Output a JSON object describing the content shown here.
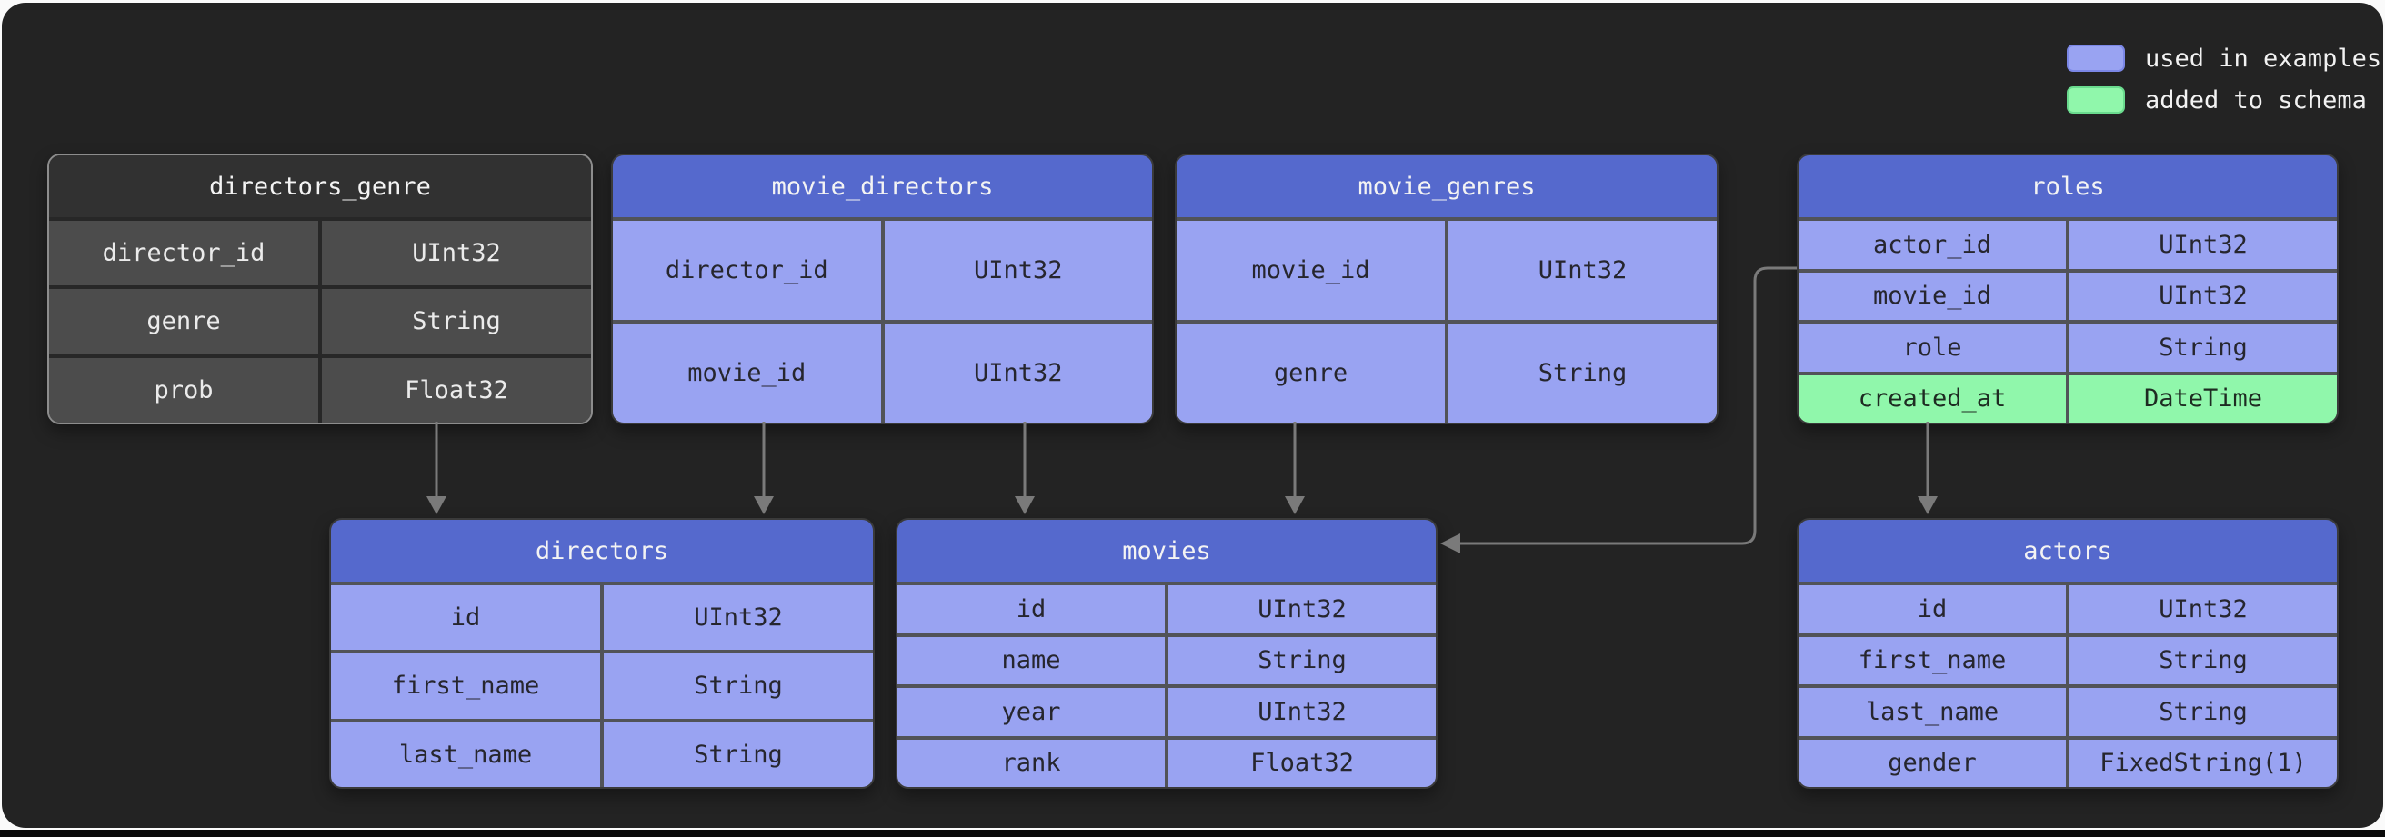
{
  "legend": {
    "items": [
      {
        "label": "used in examples",
        "color": "#99a3f2"
      },
      {
        "label": "added to schema",
        "color": "#90f7ab"
      }
    ]
  },
  "tables": {
    "directors_genre": {
      "title": "directors_genre",
      "theme": "dark",
      "rows": [
        {
          "field": "director_id",
          "type": "UInt32"
        },
        {
          "field": "genre",
          "type": "String"
        },
        {
          "field": "prob",
          "type": "Float32"
        }
      ]
    },
    "movie_directors": {
      "title": "movie_directors",
      "theme": "used-in-examples",
      "rows": [
        {
          "field": "director_id",
          "type": "UInt32"
        },
        {
          "field": "movie_id",
          "type": "UInt32"
        }
      ]
    },
    "movie_genres": {
      "title": "movie_genres",
      "theme": "used-in-examples",
      "rows": [
        {
          "field": "movie_id",
          "type": "UInt32"
        },
        {
          "field": "genre",
          "type": "String"
        }
      ]
    },
    "roles": {
      "title": "roles",
      "theme": "used-in-examples",
      "rows": [
        {
          "field": "actor_id",
          "type": "UInt32"
        },
        {
          "field": "movie_id",
          "type": "UInt32"
        },
        {
          "field": "role",
          "type": "String"
        },
        {
          "field": "created_at",
          "type": "DateTime",
          "highlight": "added to schema"
        }
      ]
    },
    "directors": {
      "title": "directors",
      "theme": "used-in-examples",
      "rows": [
        {
          "field": "id",
          "type": "UInt32"
        },
        {
          "field": "first_name",
          "type": "String"
        },
        {
          "field": "last_name",
          "type": "String"
        }
      ]
    },
    "movies": {
      "title": "movies",
      "theme": "used-in-examples",
      "rows": [
        {
          "field": "id",
          "type": "UInt32"
        },
        {
          "field": "name",
          "type": "String"
        },
        {
          "field": "year",
          "type": "UInt32"
        },
        {
          "field": "rank",
          "type": "Float32"
        }
      ]
    },
    "actors": {
      "title": "actors",
      "theme": "used-in-examples",
      "rows": [
        {
          "field": "id",
          "type": "UInt32"
        },
        {
          "field": "first_name",
          "type": "String"
        },
        {
          "field": "last_name",
          "type": "String"
        },
        {
          "field": "gender",
          "type": "FixedString(1)"
        }
      ]
    }
  },
  "relationships": [
    {
      "from": "directors_genre",
      "to": "directors"
    },
    {
      "from": "movie_directors.director_id",
      "to": "directors"
    },
    {
      "from": "movie_directors.movie_id",
      "to": "movies"
    },
    {
      "from": "movie_genres.movie_id",
      "to": "movies"
    },
    {
      "from": "roles",
      "to": "movies"
    },
    {
      "from": "roles.created_at",
      "to": "actors"
    }
  ],
  "colors": {
    "canvas": "#232323",
    "header_blue": "#5569cd",
    "cell_blue": "#99a3f2",
    "added_green": "#90f7ab",
    "dark_header": "#313131",
    "dark_cell": "#4c4c4c",
    "arrow": "#7a7a7a"
  }
}
